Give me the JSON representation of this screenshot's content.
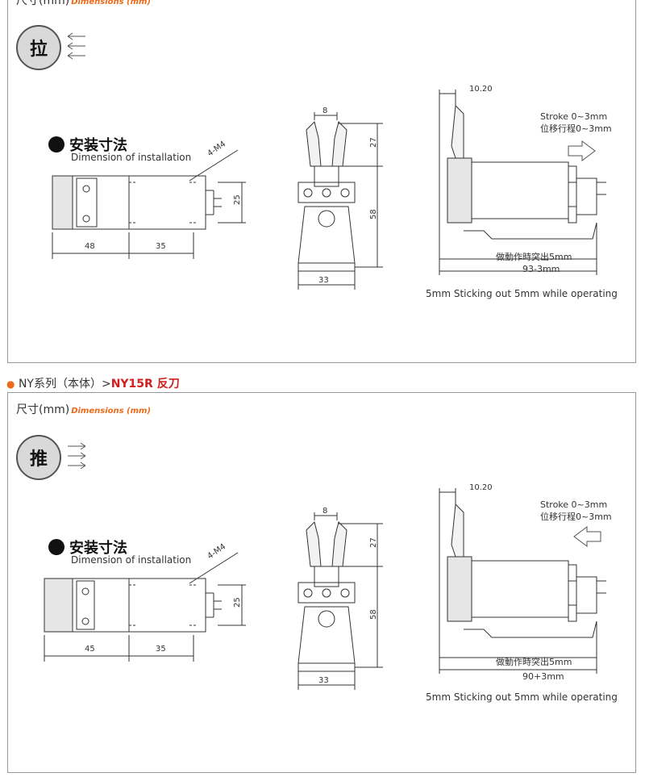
{
  "header": {
    "dims_zh": "尺寸(mm)",
    "dims_en": "Dimensions (mm)"
  },
  "series_title": {
    "bullet": "●",
    "prefix": "NY系列（本体）>",
    "model": "NY15R 反刀"
  },
  "panel1": {
    "badge": "拉",
    "install_zh": "安装寸法",
    "install_en": "Dimension of installation",
    "dim_thread": "4-M4",
    "dim_left": "48",
    "dim_right": "35",
    "dim_height": "25",
    "dim_jaw_w": "8",
    "dim_jaw_h": "27",
    "dim_body_h": "58",
    "dim_base_w": "33",
    "dim_top": "10.20",
    "stroke_en": "Stroke 0~3mm",
    "stroke_zh": "位移行程0~3mm",
    "stick_zh": "做動作時突出5mm",
    "dim_len": "93-3mm",
    "stick_en": "5mm Sticking out 5mm while operating"
  },
  "panel2": {
    "badge": "推",
    "install_zh": "安装寸法",
    "install_en": "Dimension of installation",
    "dim_thread": "4-M4",
    "dim_left": "45",
    "dim_right": "35",
    "dim_height": "25",
    "dim_jaw_w": "8",
    "dim_jaw_h": "27",
    "dim_body_h": "58",
    "dim_base_w": "33",
    "dim_top": "10.20",
    "stroke_en": "Stroke 0~3mm",
    "stroke_zh": "位移行程0~3mm",
    "stick_zh": "做動作時突出5mm",
    "dim_len": "90+3mm",
    "stick_en": "5mm Sticking out 5mm while operating"
  },
  "colors": {
    "accent": "#ec6b1b",
    "model_red": "#d21e1e"
  }
}
